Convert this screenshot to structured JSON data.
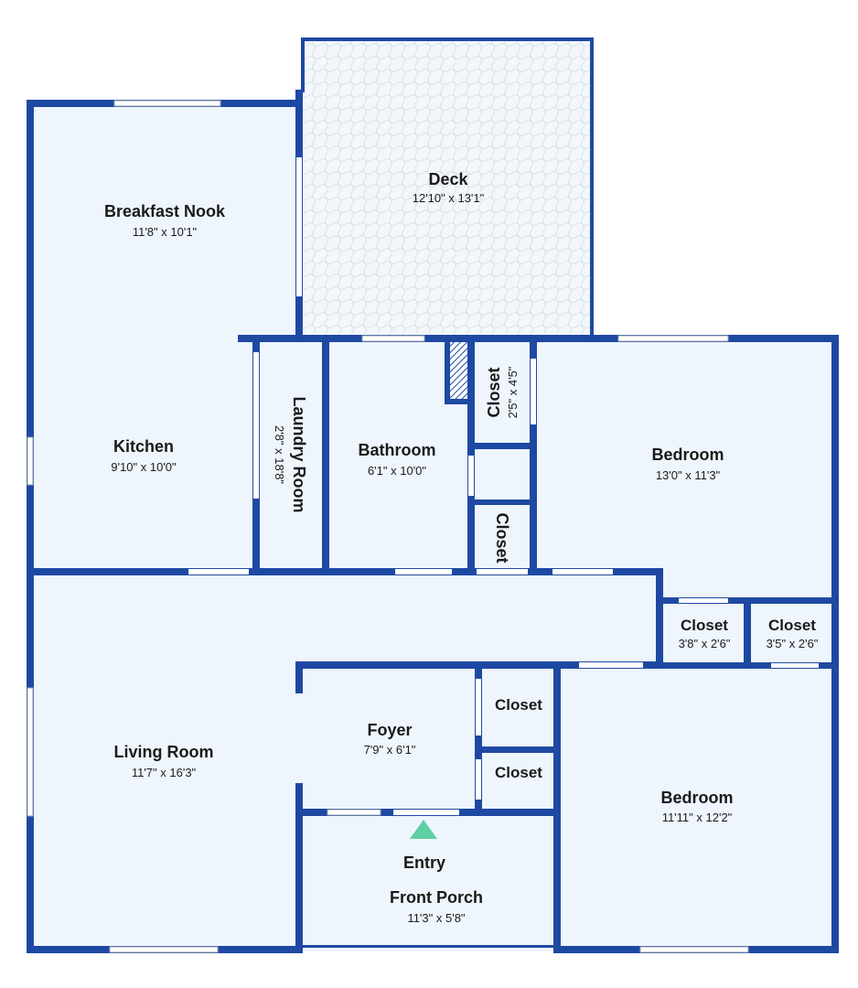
{
  "colors": {
    "wall": "#1e49a3",
    "room_fill": "#eef5fc",
    "outdoor_fill": "#eef5fc",
    "window": "#ffffff",
    "entry_marker": "#5fcfa5"
  },
  "rooms": {
    "deck": {
      "name": "Deck",
      "dims": "12'10\" x 13'1\""
    },
    "breakfast_nook": {
      "name": "Breakfast Nook",
      "dims": "11'8\" x 10'1\""
    },
    "kitchen": {
      "name": "Kitchen",
      "dims": "9'10\" x 10'0\""
    },
    "laundry_room": {
      "name": "Laundry Room",
      "dims": "2'8\" x 18'8\""
    },
    "bathroom": {
      "name": "Bathroom",
      "dims": "6'1\" x 10'0\""
    },
    "closet_bath": {
      "name": "Closet",
      "dims": "2'5\" x 4'5\""
    },
    "closet_hall": {
      "name": "Closet"
    },
    "bedroom_1": {
      "name": "Bedroom",
      "dims": "13'0\" x 11'3\""
    },
    "closet_b1": {
      "name": "Closet",
      "dims": "3'8\" x 2'6\""
    },
    "closet_b2": {
      "name": "Closet",
      "dims": "3'5\" x 2'6\""
    },
    "living_room": {
      "name": "Living Room",
      "dims": "11'7\" x 16'3\""
    },
    "foyer": {
      "name": "Foyer",
      "dims": "7'9\" x 6'1\""
    },
    "closet_foyer_1": {
      "name": "Closet"
    },
    "closet_foyer_2": {
      "name": "Closet"
    },
    "bedroom_2": {
      "name": "Bedroom",
      "dims": "11'11\" x 12'2\""
    },
    "front_porch": {
      "name": "Front Porch",
      "dims": "11'3\" x 5'8\""
    },
    "entry": {
      "name": "Entry"
    }
  }
}
